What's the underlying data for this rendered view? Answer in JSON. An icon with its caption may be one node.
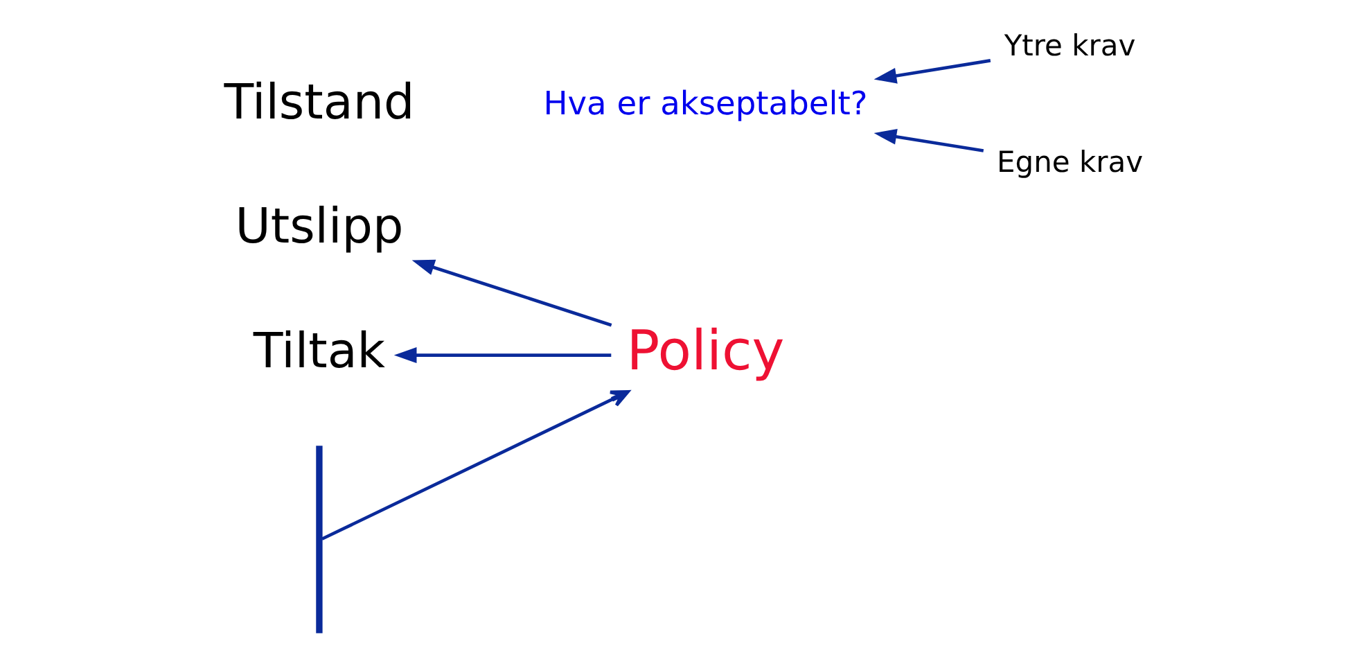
{
  "diagram": {
    "nodes": [
      {
        "text": [
          "Tilstand"
        ]
      },
      {
        "text": [
          "Hva er akseptabelt?"
        ]
      },
      {
        "text": [
          "Ytre krav"
        ]
      },
      {
        "text": [
          "Egne krav"
        ]
      },
      {
        "text": [
          "Utslipp"
        ]
      },
      {
        "text": [
          "Tiltak"
        ]
      },
      {
        "text": [
          "Policy"
        ]
      },
      {
        "text": [],
        "shape": "bar"
      }
    ],
    "edges": [
      {
        "from": 2,
        "to": 1,
        "arrow": "to"
      },
      {
        "from": 3,
        "to": 1,
        "arrow": "to"
      },
      {
        "from": 7,
        "to": 6,
        "arrow": "to"
      },
      {
        "from": 6,
        "to": 4,
        "arrow": "to"
      },
      {
        "from": 6,
        "to": 5,
        "arrow": "to"
      }
    ]
  }
}
